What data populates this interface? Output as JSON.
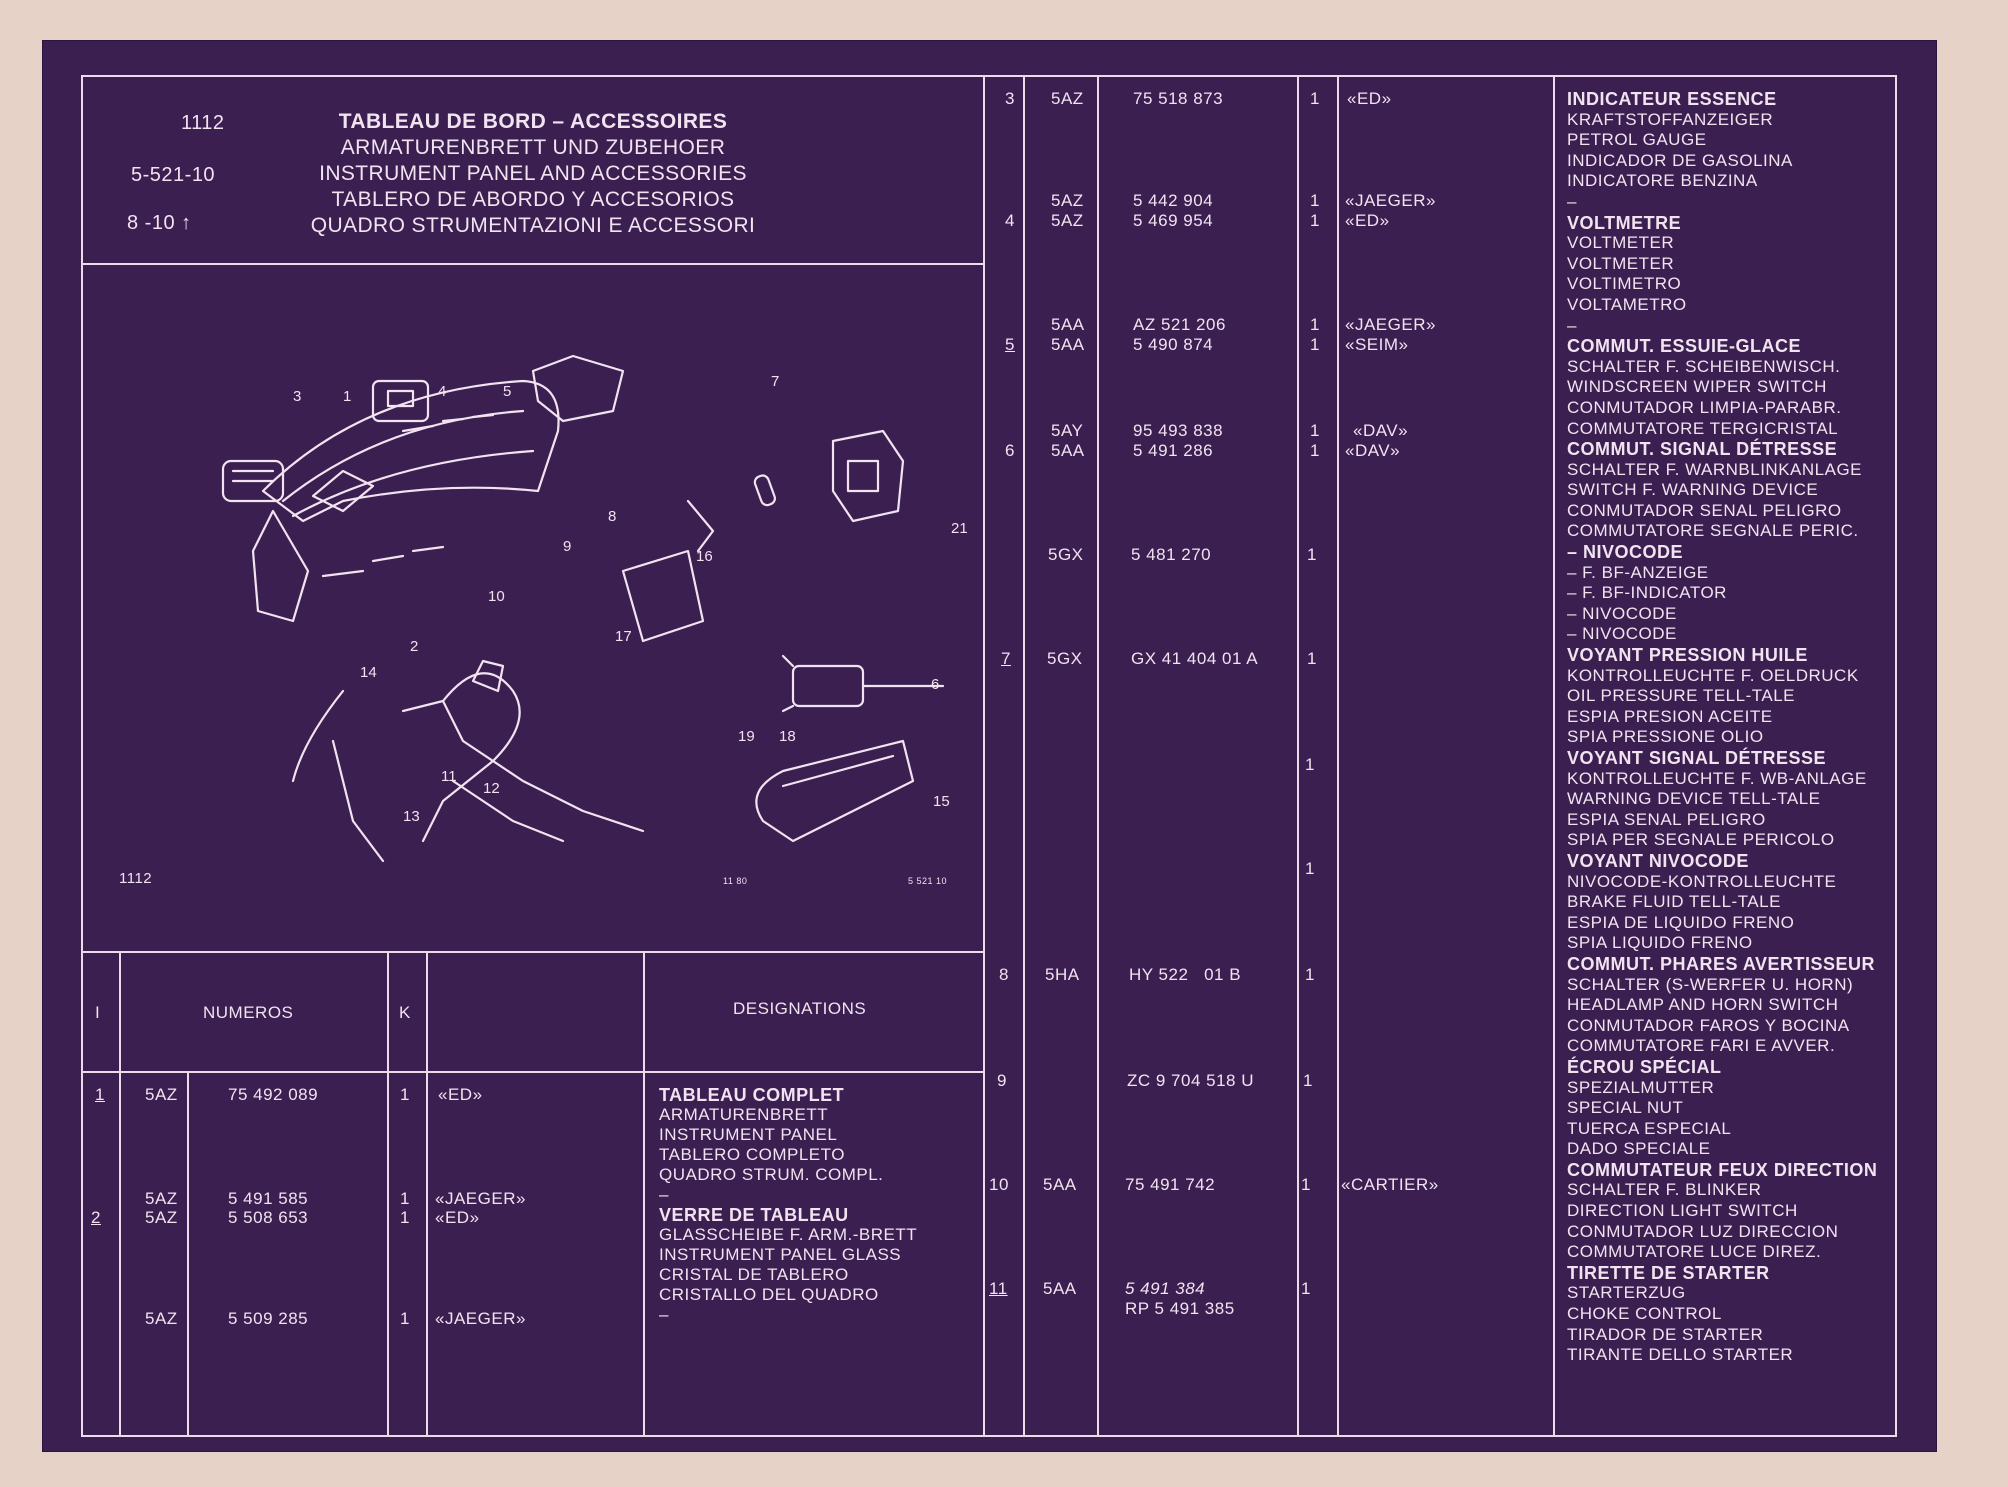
{
  "header": {
    "code": "1112",
    "ref": "5-521-10",
    "date": "8 -10 ↑",
    "titles": [
      "TABLEAU DE BORD – ACCESSOIRES",
      "ARMATURENBRETT UND ZUBEHOER",
      "INSTRUMENT PANEL AND ACCESSORIES",
      "TABLERO DE ABORDO Y ACCESORIOS",
      "QUADRO STRUMENTAZIONI E ACCESSORI"
    ]
  },
  "illustration": {
    "callouts": [
      "1",
      "2",
      "3",
      "4",
      "5",
      "6",
      "7",
      "8",
      "9",
      "10",
      "11",
      "12",
      "13",
      "14",
      "15",
      "16",
      "17",
      "18",
      "19",
      "21"
    ],
    "footer_left": "1112",
    "footer_mid": "11 80",
    "footer_right": "5 521 10"
  },
  "table_headers": {
    "index": "I",
    "numeros": "NUMEROS",
    "k": "K",
    "designations": "DESIGNATIONS"
  },
  "left_rows": [
    {
      "index": "1",
      "parts": [
        {
          "prefix": "5AZ",
          "number": "75 492 089",
          "k": "1",
          "supplier": "«ED»"
        }
      ]
    },
    {
      "index": "2",
      "parts": [
        {
          "prefix": "5AZ",
          "number": "5 491 585",
          "k": "1",
          "supplier": "«JAEGER»"
        },
        {
          "prefix": "5AZ",
          "number": "5 508 653",
          "k": "1",
          "supplier": "«ED»"
        }
      ]
    },
    {
      "index": "",
      "parts": [
        {
          "prefix": "5AZ",
          "number": "5 509 285",
          "k": "1",
          "supplier": "«JAEGER»"
        }
      ]
    }
  ],
  "left_designations": [
    {
      "title": "TABLEAU COMPLET",
      "lines": [
        "ARMATURENBRETT",
        "INSTRUMENT PANEL",
        "TABLERO COMPLETO",
        "QUADRO STRUM. COMPL.",
        "–"
      ]
    },
    {
      "title": "VERRE DE TABLEAU",
      "lines": [
        "GLASSCHEIBE F. ARM.-BRETT",
        "INSTRUMENT PANEL GLASS",
        "CRISTAL DE TABLERO",
        "CRISTALLO DEL QUADRO",
        "–"
      ]
    }
  ],
  "right_rows": [
    {
      "index": "3",
      "parts": [
        {
          "prefix": "5AZ",
          "number": "75 518 873",
          "k": "1",
          "supplier": "«ED»"
        }
      ]
    },
    {
      "index": "4",
      "parts": [
        {
          "prefix": "5AZ",
          "number": "5 442 904",
          "k": "1",
          "supplier": "«JAEGER»"
        },
        {
          "prefix": "5AZ",
          "number": "5 469 954",
          "k": "1",
          "supplier": "«ED»"
        }
      ]
    },
    {
      "index": "5",
      "parts": [
        {
          "prefix": "5AA",
          "number": "AZ 521 206",
          "k": "1",
          "supplier": "«JAEGER»"
        },
        {
          "prefix": "5AA",
          "number": "5 490 874",
          "k": "1",
          "supplier": "«SEIM»"
        }
      ]
    },
    {
      "index": "6",
      "parts": [
        {
          "prefix": "5AY",
          "number": "95 493 838",
          "k": "1",
          "supplier": "«DAV»"
        },
        {
          "prefix": "5AA",
          "number": "5 491 286",
          "k": "1",
          "supplier": "«DAV»"
        }
      ]
    },
    {
      "index": "",
      "parts": [
        {
          "prefix": "5GX",
          "number": "5 481 270",
          "k": "1",
          "supplier": ""
        }
      ]
    },
    {
      "index": "7",
      "parts": [
        {
          "prefix": "5GX",
          "number": "GX 41 404 01 A",
          "k": "1",
          "supplier": ""
        }
      ]
    },
    {
      "index": "",
      "parts": [
        {
          "prefix": "",
          "number": "",
          "k": "1",
          "supplier": ""
        }
      ]
    },
    {
      "index": "",
      "parts": [
        {
          "prefix": "",
          "number": "",
          "k": "1",
          "supplier": ""
        }
      ]
    },
    {
      "index": "8",
      "parts": [
        {
          "prefix": "5HA",
          "number": "HY 522   01 B",
          "k": "1",
          "supplier": ""
        }
      ]
    },
    {
      "index": "9",
      "parts": [
        {
          "prefix": "",
          "number": "ZC 9 704 518 U",
          "k": "1",
          "supplier": ""
        }
      ]
    },
    {
      "index": "10",
      "parts": [
        {
          "prefix": "5AA",
          "number": "75 491 742",
          "k": "1",
          "supplier": "«CARTIER»"
        }
      ]
    },
    {
      "index": "11",
      "parts": [
        {
          "prefix": "5AA",
          "number": "5 491 384",
          "k": "1",
          "supplier": ""
        },
        {
          "prefix": "",
          "number": "RP 5 491 385",
          "k": "",
          "supplier": ""
        }
      ]
    }
  ],
  "right_designations": [
    {
      "title": "INDICATEUR ESSENCE",
      "lines": [
        "KRAFTSTOFFANZEIGER",
        "PETROL GAUGE",
        "INDICADOR DE GASOLINA",
        "INDICATORE BENZINA",
        "–"
      ]
    },
    {
      "title": "VOLTMETRE",
      "lines": [
        "VOLTMETER",
        "VOLTMETER",
        "VOLTIMETRO",
        "VOLTAMETRO",
        "–"
      ]
    },
    {
      "title": "COMMUT. ESSUIE-GLACE",
      "lines": [
        "SCHALTER F. SCHEIBENWISCH.",
        "WINDSCREEN WIPER SWITCH",
        "CONMUTADOR LIMPIA-PARABR.",
        "COMMUTATORE TERGICRISTAL"
      ]
    },
    {
      "title": "COMMUT. SIGNAL DÉTRESSE",
      "lines": [
        "SCHALTER F. WARNBLINKANLAGE",
        "SWITCH F. WARNING DEVICE",
        "CONMUTADOR SENAL PELIGRO",
        "COMMUTATORE SEGNALE PERIC."
      ]
    },
    {
      "title": "– NIVOCODE",
      "lines": [
        "– F. BF-ANZEIGE",
        "– F. BF-INDICATOR",
        "– NIVOCODE",
        "– NIVOCODE"
      ]
    },
    {
      "title": "VOYANT PRESSION HUILE",
      "lines": [
        "KONTROLLEUCHTE F. OELDRUCK",
        "OIL PRESSURE TELL-TALE",
        "ESPIA PRESION ACEITE",
        "SPIA PRESSIONE OLIO"
      ]
    },
    {
      "title": "VOYANT SIGNAL DÉTRESSE",
      "lines": [
        "KONTROLLEUCHTE F. WB-ANLAGE",
        "WARNING DEVICE TELL-TALE",
        "ESPIA SENAL PELIGRO",
        "SPIA PER SEGNALE PERICOLO"
      ]
    },
    {
      "title": "VOYANT NIVOCODE",
      "lines": [
        "NIVOCODE-KONTROLLEUCHTE",
        "BRAKE FLUID TELL-TALE",
        "ESPIA DE LIQUIDO FRENO",
        "SPIA LIQUIDO FRENO"
      ]
    },
    {
      "title": "COMMUT. PHARES AVERTISSEUR",
      "lines": [
        "SCHALTER (S-WERFER U. HORN)",
        "HEADLAMP AND HORN SWITCH",
        "CONMUTADOR FAROS Y BOCINA",
        "COMMUTATORE FARI E AVVER."
      ]
    },
    {
      "title": "ÉCROU SPÉCIAL",
      "lines": [
        "SPEZIALMUTTER",
        "SPECIAL NUT",
        "TUERCA ESPECIAL",
        "DADO SPECIALE"
      ]
    },
    {
      "title": "COMMUTATEUR FEUX DIRECTION",
      "lines": [
        "SCHALTER F. BLINKER",
        "DIRECTION LIGHT SWITCH",
        "CONMUTADOR LUZ DIRECCION",
        "COMMUTATORE LUCE DIREZ."
      ]
    },
    {
      "title": "TIRETTE DE STARTER",
      "lines": [
        "STARTERZUG",
        "CHOKE CONTROL",
        "TIRADOR DE STARTER",
        "TIRANTE DELLO STARTER"
      ]
    }
  ]
}
